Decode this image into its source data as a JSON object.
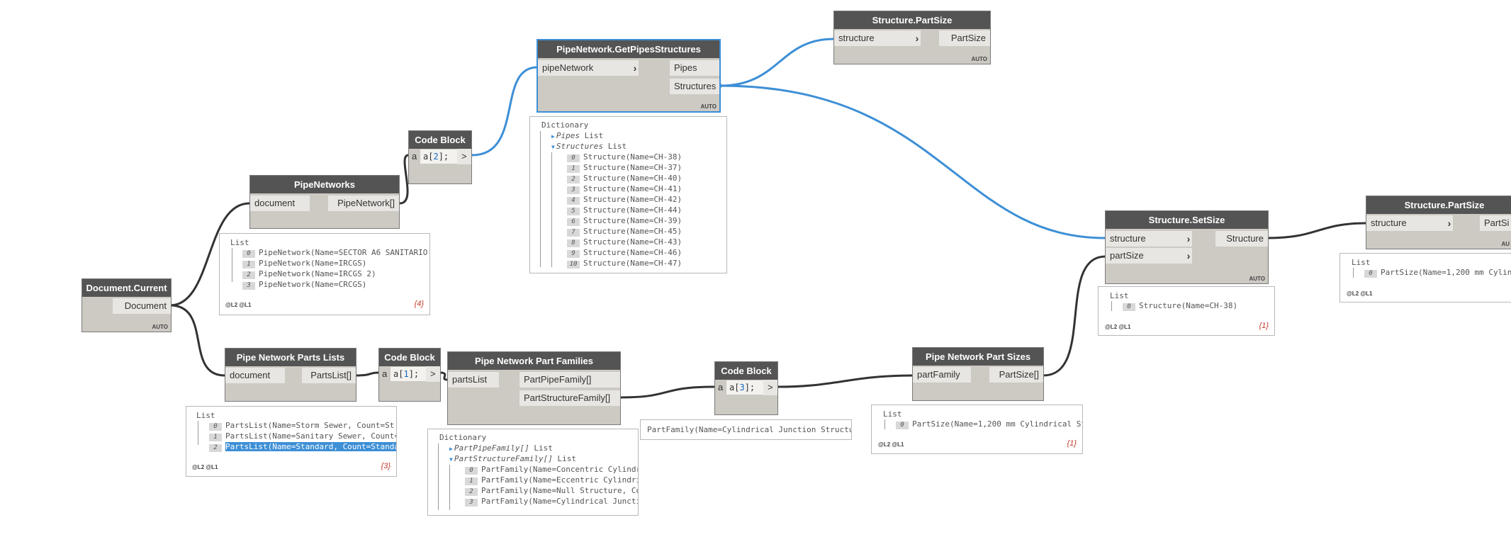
{
  "nodes": {
    "document_current": {
      "title": "Document.Current",
      "out": "Document",
      "lacing": "AUTO"
    },
    "pipe_networks": {
      "title": "PipeNetworks",
      "in": "document",
      "out": "PipeNetwork[]"
    },
    "code_block_1": {
      "title": "Code Block",
      "var": "a",
      "code_pre": "a[",
      "code_num": "2",
      "code_post": "];",
      "out": ">"
    },
    "get_pipes_structures": {
      "title": "PipeNetwork.GetPipesStructures",
      "in": "pipeNetwork",
      "out1": "Pipes",
      "out2": "Structures",
      "lacing": "AUTO"
    },
    "part_size_1": {
      "title": "Structure.PartSize",
      "in": "structure",
      "out": "PartSize",
      "lacing": "AUTO"
    },
    "parts_lists": {
      "title": "Pipe Network Parts Lists",
      "in": "document",
      "out": "PartsList[]"
    },
    "code_block_2": {
      "title": "Code Block",
      "var": "a",
      "code_pre": "a[",
      "code_num": "1",
      "code_post": "];",
      "out": ">"
    },
    "part_families": {
      "title": "Pipe Network Part Families",
      "in": "partsList",
      "out1": "PartPipeFamily[]",
      "out2": "PartStructureFamily[]"
    },
    "code_block_3": {
      "title": "Code Block",
      "var": "a",
      "code_pre": "a[",
      "code_num": "3",
      "code_post": "];",
      "out": ">"
    },
    "part_sizes": {
      "title": "Pipe Network Part Sizes",
      "in": "partFamily",
      "out": "PartSize[]"
    },
    "set_size": {
      "title": "Structure.SetSize",
      "in1": "structure",
      "in2": "partSize",
      "out": "Structure",
      "lacing": "AUTO"
    },
    "part_size_2": {
      "title": "Structure.PartSize",
      "in": "structure",
      "out": "PartSi",
      "lacing": "AU"
    }
  },
  "previews": {
    "pipe_networks": {
      "header": "List",
      "items": [
        "PipeNetwork(Name=SECTOR A6 SANITARIO",
        "PipeNetwork(Name=IRCGS)",
        "PipeNetwork(Name=IRCGS 2)",
        "PipeNetwork(Name=CRCGS)"
      ],
      "levels": "@L2 @L1",
      "count": "{4}"
    },
    "get_pipes_structures": {
      "header": "Dictionary",
      "pipes_key": "Pipes",
      "pipes_type": "List",
      "structures_key": "Structures",
      "structures_type": "List",
      "items": [
        "Structure(Name=CH-38)",
        "Structure(Name=CH-37)",
        "Structure(Name=CH-40)",
        "Structure(Name=CH-41)",
        "Structure(Name=CH-42)",
        "Structure(Name=CH-44)",
        "Structure(Name=CH-39)",
        "Structure(Name=CH-45)",
        "Structure(Name=CH-43)",
        "Structure(Name=CH-46)",
        "Structure(Name=CH-47)"
      ]
    },
    "parts_lists": {
      "header": "List",
      "items": [
        "PartsList(Name=Storm Sewer, Count=St",
        "PartsList(Name=Sanitary Sewer, Count=",
        "PartsList(Name=Standard, Count=Standa"
      ],
      "levels": "@L2 @L1",
      "count": "{3}"
    },
    "part_families": {
      "header": "Dictionary",
      "key1": "PartPipeFamily[]",
      "type1": "List",
      "key2": "PartStructureFamily[]",
      "type2": "List",
      "items": [
        "PartFamily(Name=Concentric Cylindr",
        "PartFamily(Name=Eccentric Cylindri",
        "PartFamily(Name=Null Structure, Co",
        "PartFamily(Name=Cylindrical Juncti"
      ]
    },
    "code_block_3": {
      "value": "PartFamily(Name=Cylindrical Junction Structu"
    },
    "part_sizes": {
      "header": "List",
      "items": [
        "PartSize(Name=1,200 mm Cylindrical St"
      ],
      "levels": "@L2 @L1",
      "count": "{1}"
    },
    "set_size": {
      "header": "List",
      "items": [
        "Structure(Name=CH-38)"
      ],
      "levels": "@L2 @L1",
      "count": "{1}"
    },
    "part_size_2": {
      "header": "List",
      "items": [
        "PartSize(Name=1,200 mm Cylin"
      ],
      "levels": "@L2 @L1"
    }
  },
  "colors": {
    "wire": "#333333",
    "selected_wire": "#3d8fd6",
    "header": "#545454",
    "node_body": "#cdc9c3"
  }
}
